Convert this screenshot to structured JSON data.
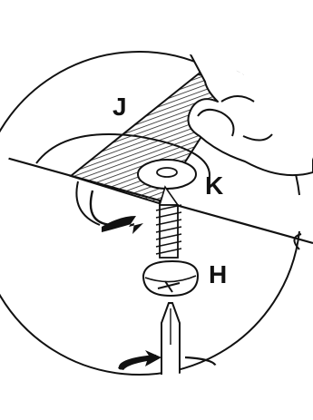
{
  "labels": {
    "j": "J",
    "k": "K",
    "h": "H"
  },
  "colors": {
    "ink": "#111111",
    "paper": "#ffffff",
    "hatch": "#222222"
  },
  "icons": {
    "arrow_upper": "curved-arrow-icon",
    "arrow_lower": "rotate-arrow-icon",
    "screwdriver": "screwdriver-icon",
    "screw": "screw-icon",
    "washer": "washer-icon",
    "hand": "hand-icon"
  }
}
